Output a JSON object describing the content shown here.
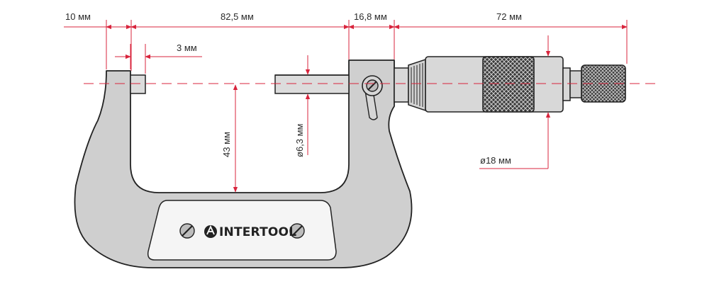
{
  "colors": {
    "dimension_line": "#d8243c",
    "frame_fill": "#cfcfcf",
    "outline": "#222222",
    "background": "#ffffff",
    "label_text": "#2b2b2b"
  },
  "brand": {
    "name": "INTERTOOL",
    "logo_icon": "intertool-logo-icon"
  },
  "dimensions": {
    "anvil_width": "10 мм",
    "opening_width": "82,5 мм",
    "sleeve_offset": "16,8 мм",
    "thimble_length": "72 мм",
    "anvil_face": "3 мм",
    "throat_depth": "43 мм",
    "spindle_diameter": "ø6,3 мм",
    "thimble_diameter": "ø18 мм"
  }
}
